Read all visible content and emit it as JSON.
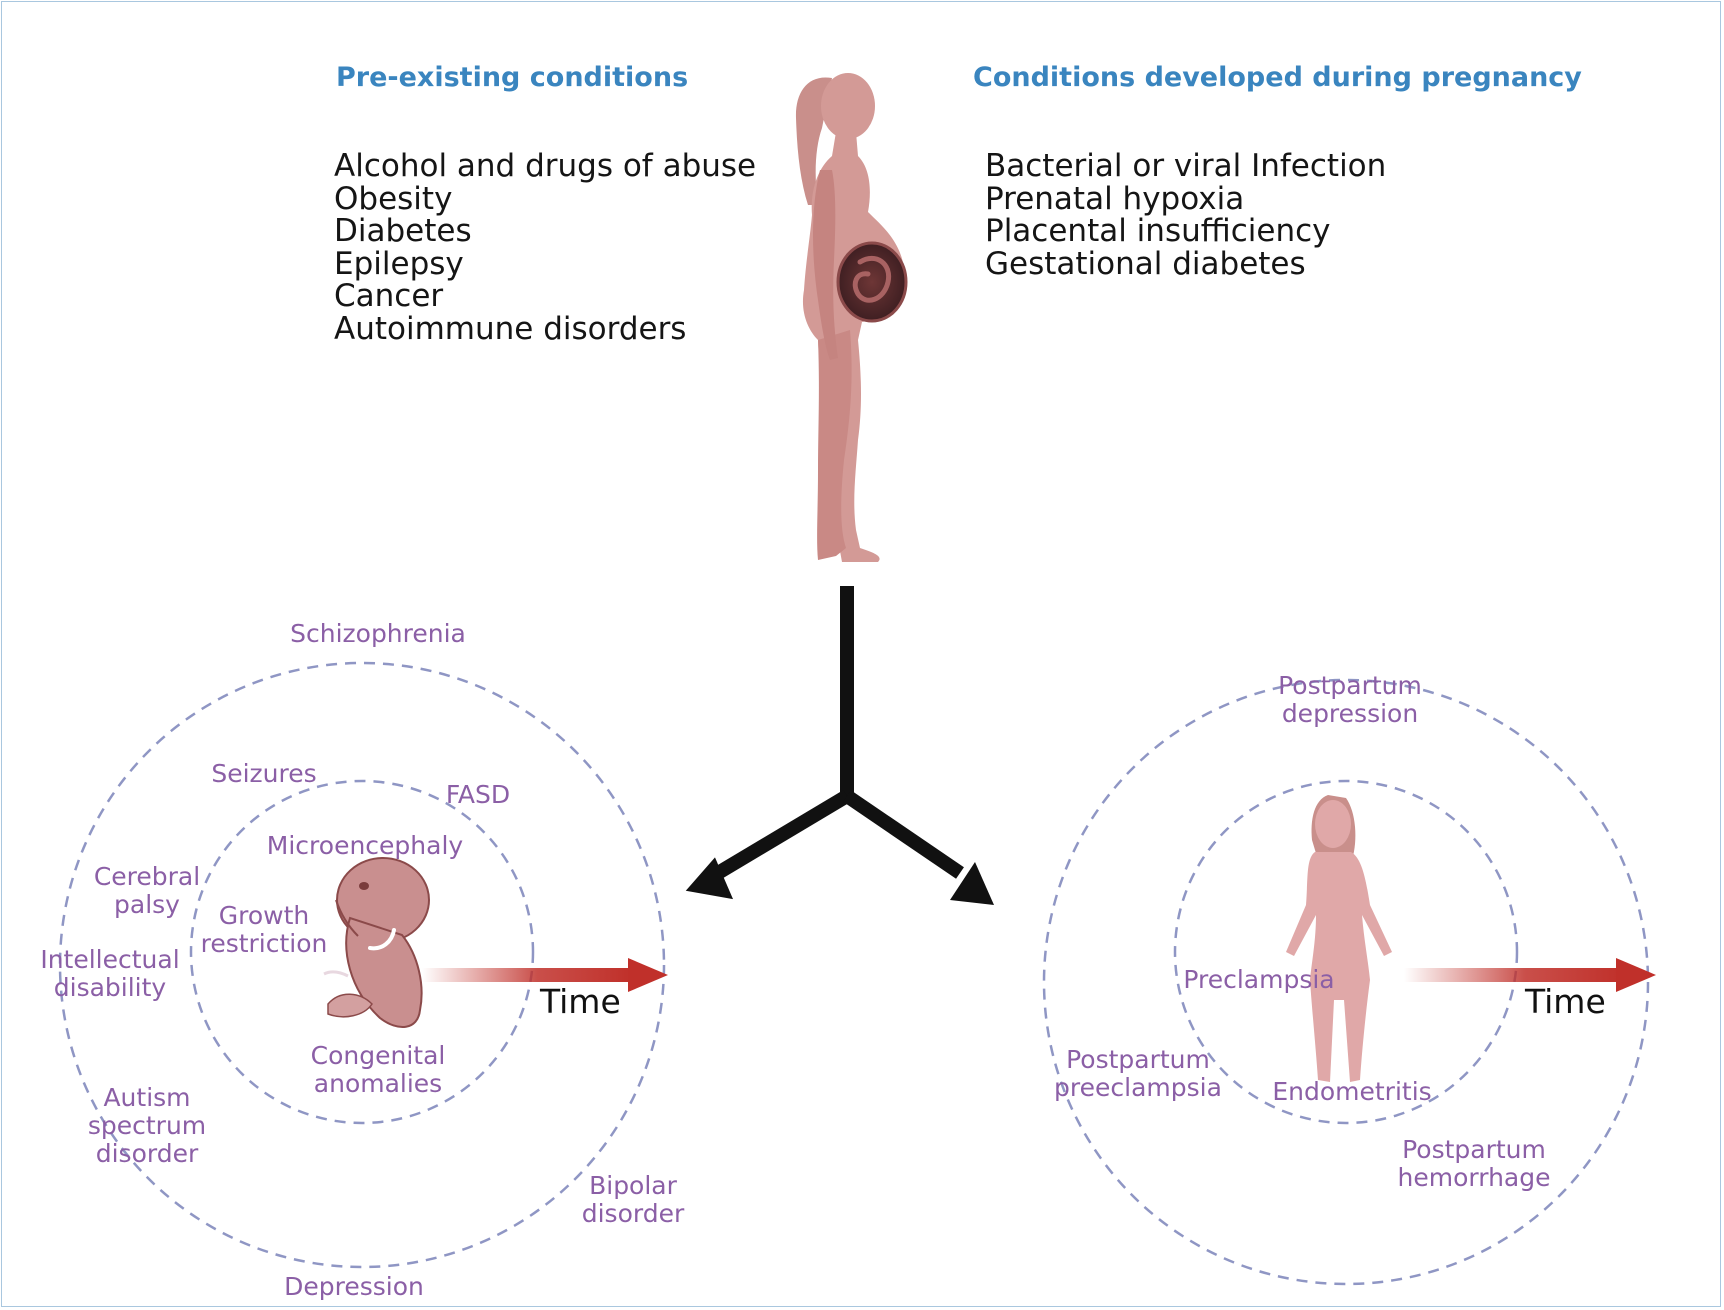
{
  "headers": {
    "pre_existing": "Pre-existing conditions",
    "during_pregnancy": "Conditions developed during pregnancy"
  },
  "pre_existing_list": [
    "Alcohol and drugs of abuse",
    "Obesity",
    "Diabetes",
    "Epilepsy",
    "Cancer",
    "Autoimmune disorders"
  ],
  "pregnancy_list": [
    "Bacterial or viral Infection",
    "Prenatal hypoxia",
    "Placental insufficiency",
    "Gestational diabetes"
  ],
  "offspring_outcomes": {
    "outer": {
      "schizophrenia": "Schizophrenia",
      "cerebral_palsy": "Cerebral palsy",
      "intellectual_disability": "Intellectual disability",
      "autism": "Autism spectrum disorder",
      "depression": "Depression",
      "bipolar": "Bipolar disorder"
    },
    "inner": {
      "seizures": "Seizures",
      "fasd": "FASD",
      "microencephaly": "Microencephaly",
      "growth_restriction": "Growth restriction",
      "congenital_anomalies": "Congenital anomalies"
    },
    "time_label": "Time"
  },
  "maternal_outcomes": {
    "outer": {
      "postpartum_depression": "Postpartum depression",
      "postpartum_preeclampsia": "Postpartum preeclampsia",
      "postpartum_hemorrhage": "Postpartum hemorrhage"
    },
    "inner": {
      "preclampsia": "Preclampsia",
      "endometritis": "Endometritis"
    },
    "time_label": "Time"
  },
  "colors": {
    "header_blue": "#3a85bf",
    "label_purple": "#8b5fa6",
    "circle_dash": "#8f96c4",
    "arrow_red": "#c0302a",
    "skin": "#d39a96",
    "skin_dark": "#b8706c"
  },
  "icons": {
    "pregnant_woman": "pregnant-woman-icon",
    "fetus": "fetus-icon",
    "woman": "woman-icon",
    "branch_arrow": "branch-arrow-icon"
  }
}
